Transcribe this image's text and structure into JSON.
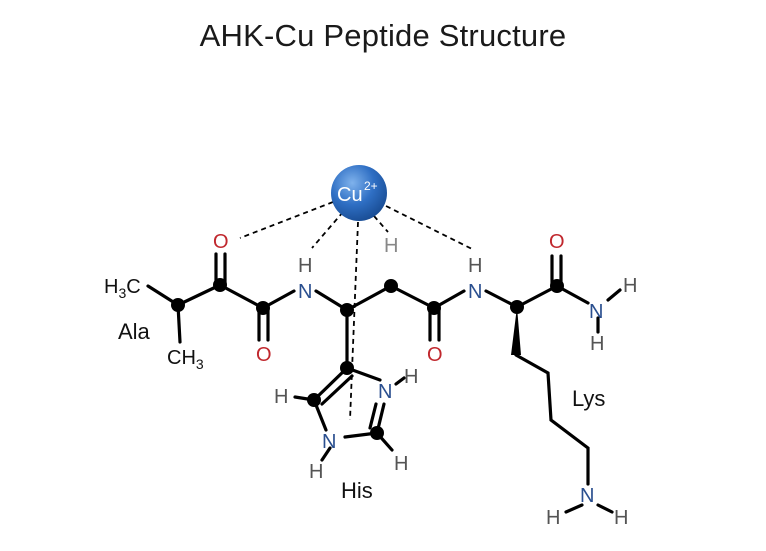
{
  "title": "AHK-Cu Peptide Structure",
  "metal": {
    "symbol": "Cu",
    "charge": "2+"
  },
  "residues": {
    "ala": "Ala",
    "his": "His",
    "lys": "Lys"
  },
  "atoms": {
    "oxygen": "O",
    "nitrogen": "N",
    "hydrogen": "H",
    "methyl_c": "CH",
    "methyl_h": "H",
    "methyl_c_alt": "C",
    "sub3": "3"
  },
  "colors": {
    "oxygen": "#c0272d",
    "nitrogen": "#2a4f8f",
    "copper": "#2f6fc4",
    "bond": "#000000"
  }
}
